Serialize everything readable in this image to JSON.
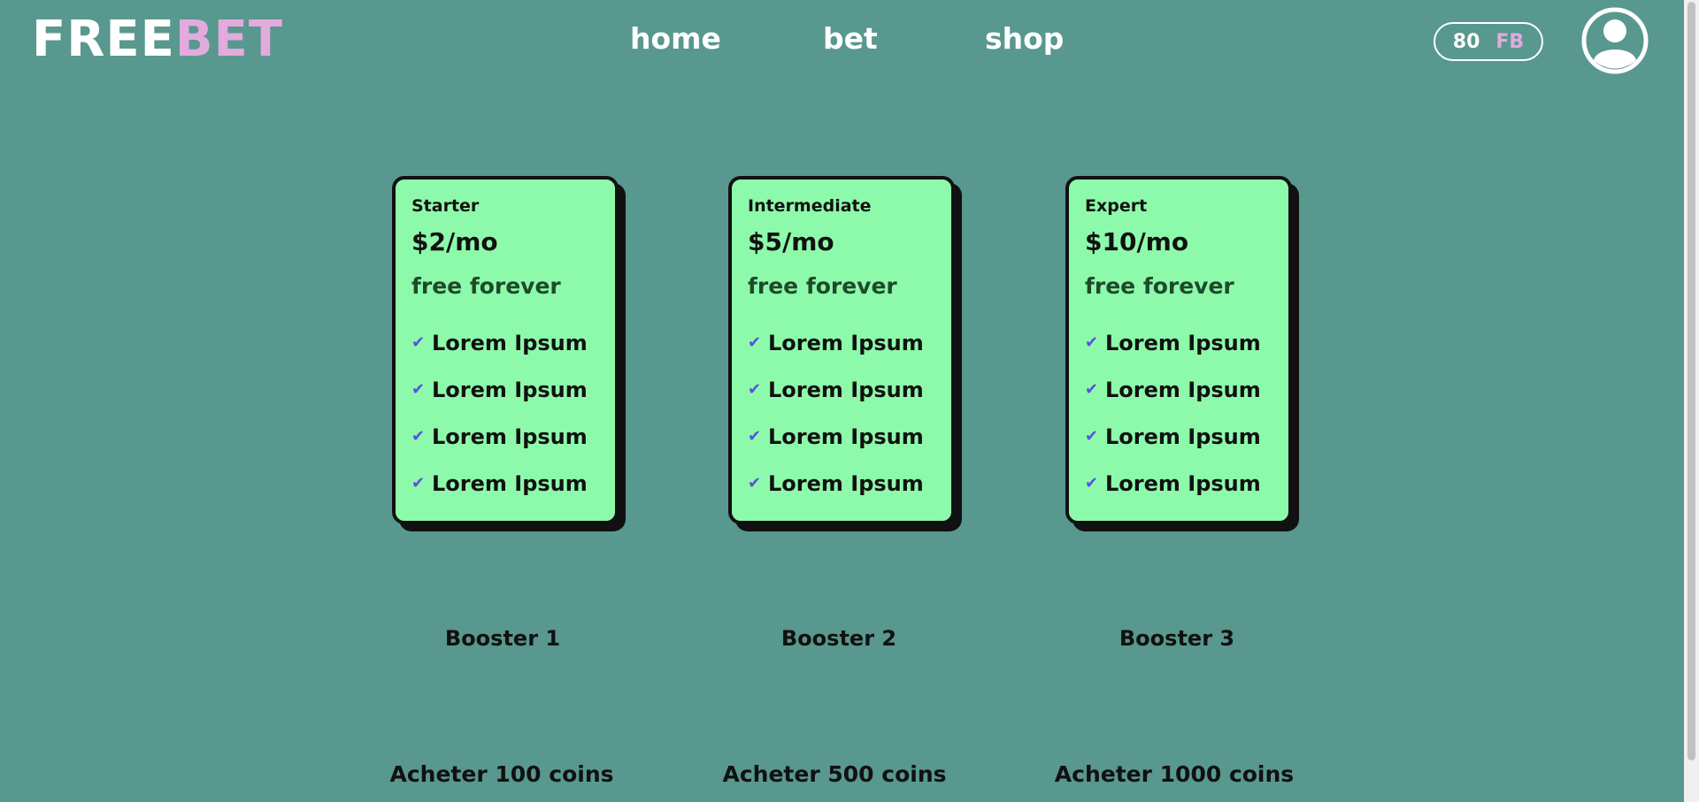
{
  "header": {
    "logo": {
      "part1": "FREE",
      "part2": "BET"
    },
    "nav": [
      {
        "label": "home"
      },
      {
        "label": "bet"
      },
      {
        "label": "shop"
      }
    ],
    "balance": {
      "amount": "80",
      "unit": "FB"
    },
    "avatar_icon": "user-avatar-icon"
  },
  "colors": {
    "background": "#58988e",
    "card": "#8dfaab",
    "accent": "#e2aadd",
    "check": "#5b4fe0"
  },
  "plans": [
    {
      "tier": "Starter",
      "price": "$2/mo",
      "note": "free forever",
      "features": [
        "Lorem Ipsum",
        "Lorem Ipsum",
        "Lorem Ipsum",
        "Lorem Ipsum"
      ]
    },
    {
      "tier": "Intermediate",
      "price": "$5/mo",
      "note": "free forever",
      "features": [
        "Lorem Ipsum",
        "Lorem Ipsum",
        "Lorem Ipsum",
        "Lorem Ipsum"
      ]
    },
    {
      "tier": "Expert",
      "price": "$10/mo",
      "note": "free forever",
      "features": [
        "Lorem Ipsum",
        "Lorem Ipsum",
        "Lorem Ipsum",
        "Lorem Ipsum"
      ]
    }
  ],
  "boosters": [
    {
      "label": "Booster 1",
      "buy_label": "Acheter 100 coins"
    },
    {
      "label": "Booster 2",
      "buy_label": "Acheter 500 coins"
    },
    {
      "label": "Booster 3",
      "buy_label": "Acheter 1000 coins"
    }
  ]
}
